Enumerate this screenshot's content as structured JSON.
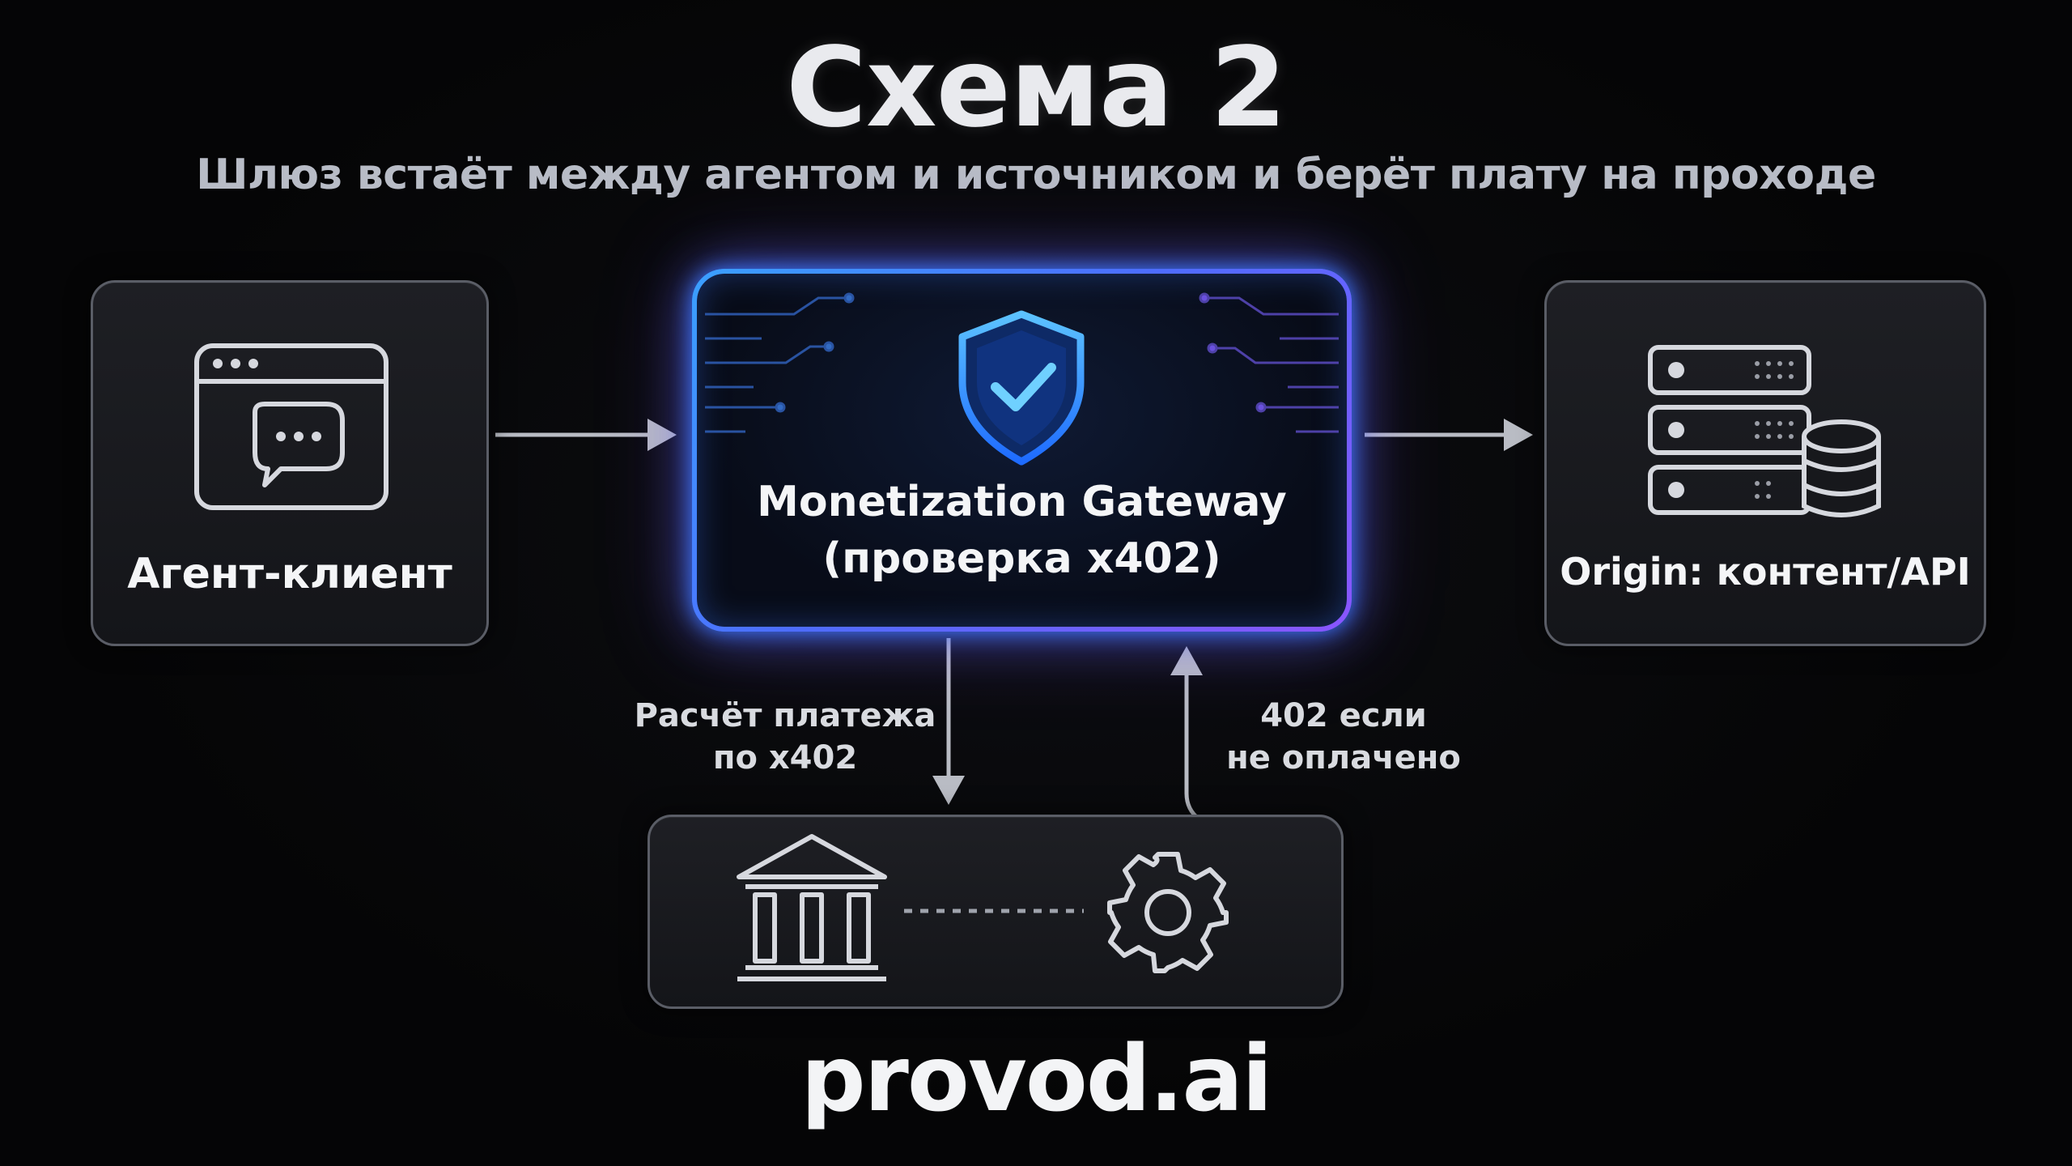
{
  "title": "Схема 2",
  "subtitle": "Шлюз встаёт между агентом и источником и берёт плату на проходе",
  "nodes": {
    "agent": {
      "label": "Агент-клиент",
      "icon": "browser-chat-icon"
    },
    "gateway": {
      "label_line1": "Monetization Gateway",
      "label_line2": "(проверка x402)",
      "icon": "shield-check-icon"
    },
    "origin": {
      "label": "Origin: контент/API",
      "icon": "server-database-icon"
    },
    "payment": {
      "icons": [
        "bank-icon",
        "gear-icon"
      ]
    }
  },
  "edges": {
    "to_payment_line1": "Расчёт платежа",
    "to_payment_line2": "по x402",
    "from_payment_line1": "402 если",
    "from_payment_line2": "не оплачено"
  },
  "brand": "provod.ai",
  "colors": {
    "background": "#050506",
    "card_border": "#5a5d66",
    "gateway_glow_blue": "#3a8cff",
    "gateway_glow_purple": "#8a55ff",
    "arrow": "#b9bcc4"
  }
}
